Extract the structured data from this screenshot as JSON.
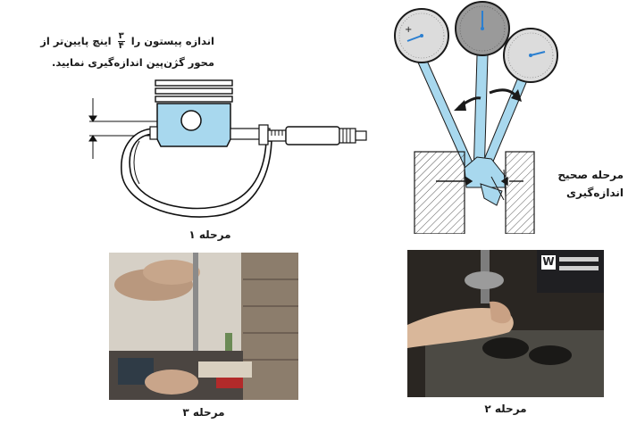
{
  "step1": {
    "instruction_line1_part1": "اندازه پیستون را",
    "fraction_num": "۳",
    "fraction_den": "۴",
    "instruction_line1_part2": "اینچ پایین‌تر از",
    "instruction_line2": "محور گژن‌پین اندازه‌گیری نمایید.",
    "caption": "مرحله ۱"
  },
  "gauge_diagram": {
    "label_line1": "مرحله صحیح",
    "label_line2": "اندازه‌گیری"
  },
  "step2": {
    "caption": "مرحله ۲",
    "sign_text": "W"
  },
  "step3": {
    "caption": "مرحله ۳"
  },
  "colors": {
    "part_blue": "#a8d8ee",
    "dial_face": "#dcdcdc",
    "dial_face_dark": "#9a9a9a",
    "housing_gray": "#d8d8d8",
    "photo_dark": "#2a2622"
  }
}
